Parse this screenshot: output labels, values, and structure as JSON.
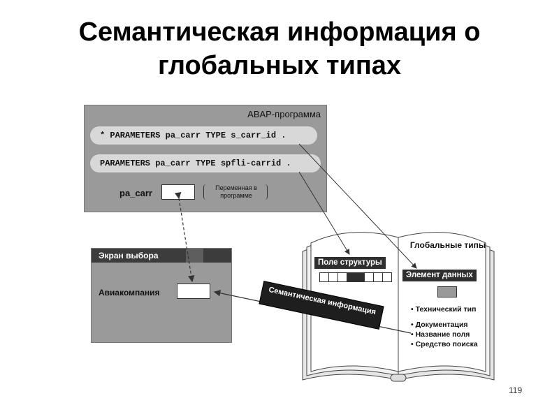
{
  "title": "Семантическая информация о глобальных типах",
  "abap": {
    "label": "ABAP-программа",
    "code_line_1": "* PARAMETERS pa_carr TYPE s_carr_id .",
    "code_line_2": "PARAMETERS pa_carr TYPE spfli-carrid .",
    "var_name": "pa_carr",
    "var_note": "Переменная в программе"
  },
  "selection_screen": {
    "title": "Экран выбора",
    "field_label": "Авиакомпания"
  },
  "book": {
    "global_types": "Глобальные типы",
    "struct_field": "Поле структуры",
    "data_element": "Элемент данных",
    "bullets": [
      "Технический тип",
      "Документация",
      "Название поля",
      "Средство поиска"
    ]
  },
  "semantic_banner": "Семантическая информация",
  "page_number": "119",
  "colors": {
    "panel_gray": "#9a9a9a",
    "dark_label": "#2f2f2f",
    "code_pill": "#d8d8d8"
  }
}
